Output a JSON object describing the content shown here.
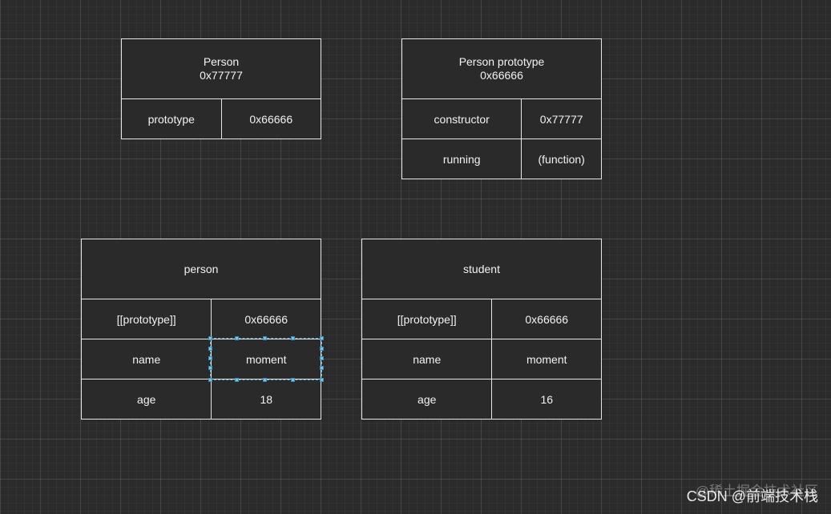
{
  "tables": {
    "person_fn": {
      "title": "Person",
      "address": "0x77777",
      "rows": [
        {
          "key": "prototype",
          "value": "0x66666"
        }
      ]
    },
    "person_proto": {
      "title": "Person prototype",
      "address": "0x66666",
      "rows": [
        {
          "key": "constructor",
          "value": "0x77777"
        },
        {
          "key": "running",
          "value": "(function)"
        }
      ]
    },
    "person_obj": {
      "title": "person",
      "rows": [
        {
          "key": "[[prototype]]",
          "value": "0x66666"
        },
        {
          "key": "name",
          "value": "moment"
        },
        {
          "key": "age",
          "value": "18"
        }
      ]
    },
    "student_obj": {
      "title": "student",
      "rows": [
        {
          "key": "[[prototype]]",
          "value": "0x66666"
        },
        {
          "key": "name",
          "value": "moment"
        },
        {
          "key": "age",
          "value": "16"
        }
      ]
    }
  },
  "colors": {
    "background": "#2b2b2b",
    "border": "#e6e6e6",
    "text": "#f2f2f2",
    "selection": "#5aaed6"
  },
  "watermark": {
    "line1": "@稀土掘金技术社区",
    "line2": "CSDN @前端技术栈"
  }
}
